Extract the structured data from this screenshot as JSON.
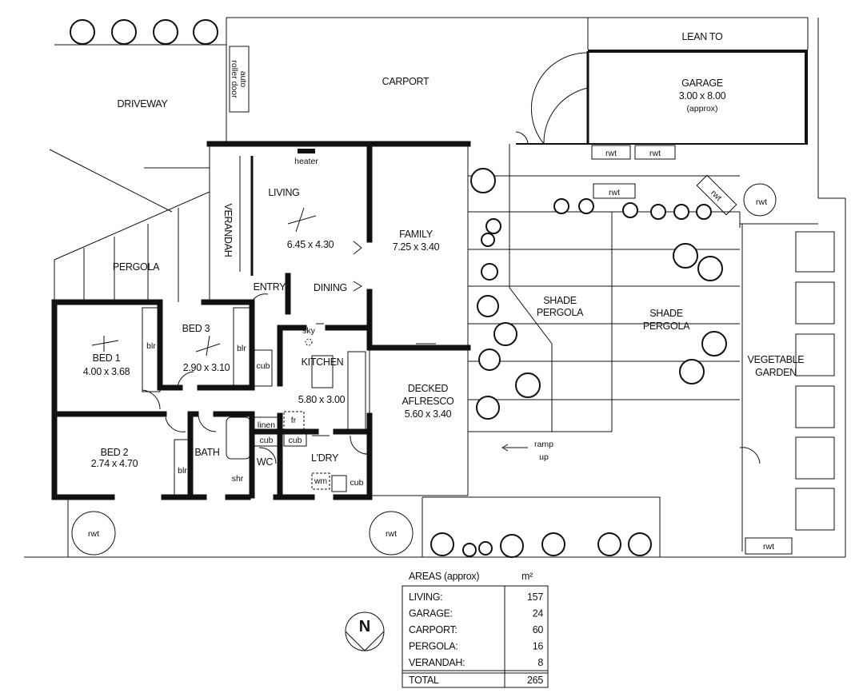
{
  "plan": {
    "outdoor": {
      "driveway": "DRIVEWAY",
      "roller_door": [
        "auto",
        "roller door"
      ],
      "carport": "CARPORT",
      "lean_to": "LEAN TO",
      "garage": [
        "GARAGE",
        "3.00 x 8.00",
        "(approx)"
      ],
      "pergola": "PERGOLA",
      "verandah": "VERANDAH",
      "shade_pergola_1": [
        "SHADE",
        "PERGOLA"
      ],
      "shade_pergola_2": [
        "SHADE",
        "PERGOLA"
      ],
      "vegetable_garden": [
        "VEGETABLE",
        "GARDEN"
      ],
      "ramp": [
        "ramp",
        "up"
      ],
      "rwt": "rwt"
    },
    "rooms": {
      "heater": "heater",
      "living": "LIVING",
      "living_size": "6.45 x 4.30",
      "family": "FAMILY",
      "family_size": "7.25 x 3.40",
      "entry": "ENTRY",
      "dining": "DINING",
      "bed1": "BED 1",
      "bed1_size": "4.00 x 3.68",
      "bed3": "BED 3",
      "bed3_size": "2.90 x 3.10",
      "bed2": "BED 2",
      "bed2_size": "2.74 x 4.70",
      "blr": "blr",
      "cub": "cub",
      "sky": "sky",
      "kitchen": "KITCHEN",
      "kitchen_size": "5.80 x 3.00",
      "linen": "linen",
      "fr": "fr",
      "bath": "BATH",
      "wc": "WC",
      "laundry": "L'DRY",
      "shr": "shr",
      "wm": "wm",
      "decked": [
        "DECKED",
        "AFLRESCO",
        "5.60 x 3.40"
      ]
    },
    "north": "N"
  },
  "areas": {
    "title": "AREAS (approx)",
    "unit": "m²",
    "rows": [
      {
        "label": "LIVING:",
        "value": "157"
      },
      {
        "label": "GARAGE:",
        "value": "24"
      },
      {
        "label": "CARPORT:",
        "value": "60"
      },
      {
        "label": "PERGOLA:",
        "value": "16"
      },
      {
        "label": "VERANDAH:",
        "value": "8"
      }
    ],
    "total": {
      "label": "TOTAL",
      "value": "265"
    }
  }
}
